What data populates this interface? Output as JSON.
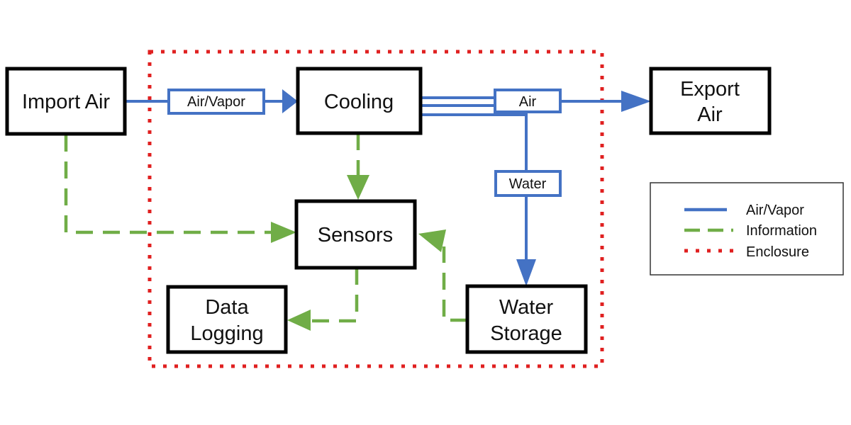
{
  "colors": {
    "air_vapor": "#4472C4",
    "information": "#70AD47",
    "enclosure": "#E02020"
  },
  "nodes": {
    "import_air": "Import Air",
    "cooling": "Cooling",
    "export_air_line1": "Export",
    "export_air_line2": "Air",
    "sensors": "Sensors",
    "data_logging_line1": "Data",
    "data_logging_line2": "Logging",
    "water_storage_line1": "Water",
    "water_storage_line2": "Storage"
  },
  "edge_labels": {
    "air_vapor": "Air/Vapor",
    "air": "Air",
    "water": "Water"
  },
  "legend": {
    "air_vapor": "Air/Vapor",
    "information": "Information",
    "enclosure": "Enclosure"
  }
}
